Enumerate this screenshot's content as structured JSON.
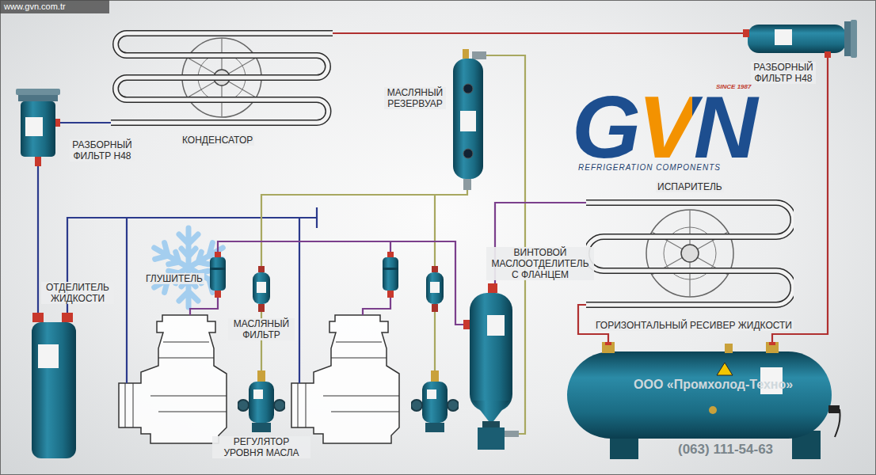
{
  "diagram": {
    "nodes": [
      {
        "text": [
          "РАЗБОРНЫЙ ФИЛЬТР H48"
        ]
      },
      {
        "text": [
          "КОНДЕНСАТОР"
        ]
      },
      {
        "text": [
          "МАСЛЯНЫЙ РЕЗЕРВУАР"
        ]
      },
      {
        "text": [
          "РАЗБОРНЫЙ ФИЛЬТР H48"
        ]
      },
      {
        "text": [
          "ИСПАРИТЕЛЬ"
        ]
      },
      {
        "text": [
          "ОТДЕЛИТЕЛЬ ЖИДКОСТИ"
        ]
      },
      {
        "text": [
          "ГЛУШИТЕЛЬ"
        ]
      },
      {
        "text": [
          "МАСЛЯНЫЙ ФИЛЬТР"
        ]
      },
      {
        "text": [
          "РЕГУЛЯТОР УРОВНЯ МАСЛА"
        ]
      },
      {
        "text": [
          "ВИНТОВОЙ МАСЛООТДЕЛИТЕЛЬ С ФЛАНЦЕМ"
        ]
      },
      {
        "text": [
          "ГОРИЗОНТАЛЬНЫЙ РЕСИВЕР ЖИДКОСТИ"
        ]
      }
    ],
    "edges": [
      {
        "from": 0,
        "to": 1,
        "arrow": "none"
      },
      {
        "from": 1,
        "to": 3,
        "arrow": "none"
      },
      {
        "from": 3,
        "to": 10,
        "arrow": "none"
      },
      {
        "from": 10,
        "to": 4,
        "arrow": "none"
      },
      {
        "from": 0,
        "to": 5,
        "arrow": "none"
      },
      {
        "from": 2,
        "to": 9,
        "arrow": "none"
      },
      {
        "from": 2,
        "to": 7,
        "arrow": "none"
      },
      {
        "from": 7,
        "to": 8,
        "arrow": "none"
      },
      {
        "from": 6,
        "to": 9,
        "arrow": "none"
      },
      {
        "from": 9,
        "to": 4,
        "arrow": "none"
      }
    ],
    "labels": [
      "www.gvn.com.tr",
      "GVN",
      "SINCE 1987",
      "REFRIGERATION COMPONENTS",
      "ООО «Промхолод-Техно»",
      "(063) 111-54-63"
    ]
  }
}
